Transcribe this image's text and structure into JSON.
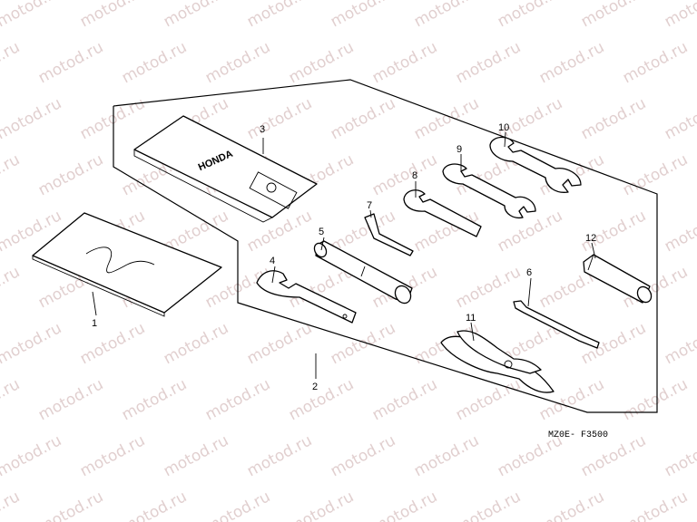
{
  "watermark": "motod.ru",
  "drawing_code": "MZ0E- F3500",
  "pouch_brand": "HONDA",
  "callouts": [
    "1",
    "2",
    "3",
    "4",
    "5",
    "6",
    "7",
    "8",
    "9",
    "10",
    "11",
    "12"
  ],
  "colors": {
    "line": "#000000",
    "watermark": "#c9a9a9",
    "background": "#ffffff"
  }
}
